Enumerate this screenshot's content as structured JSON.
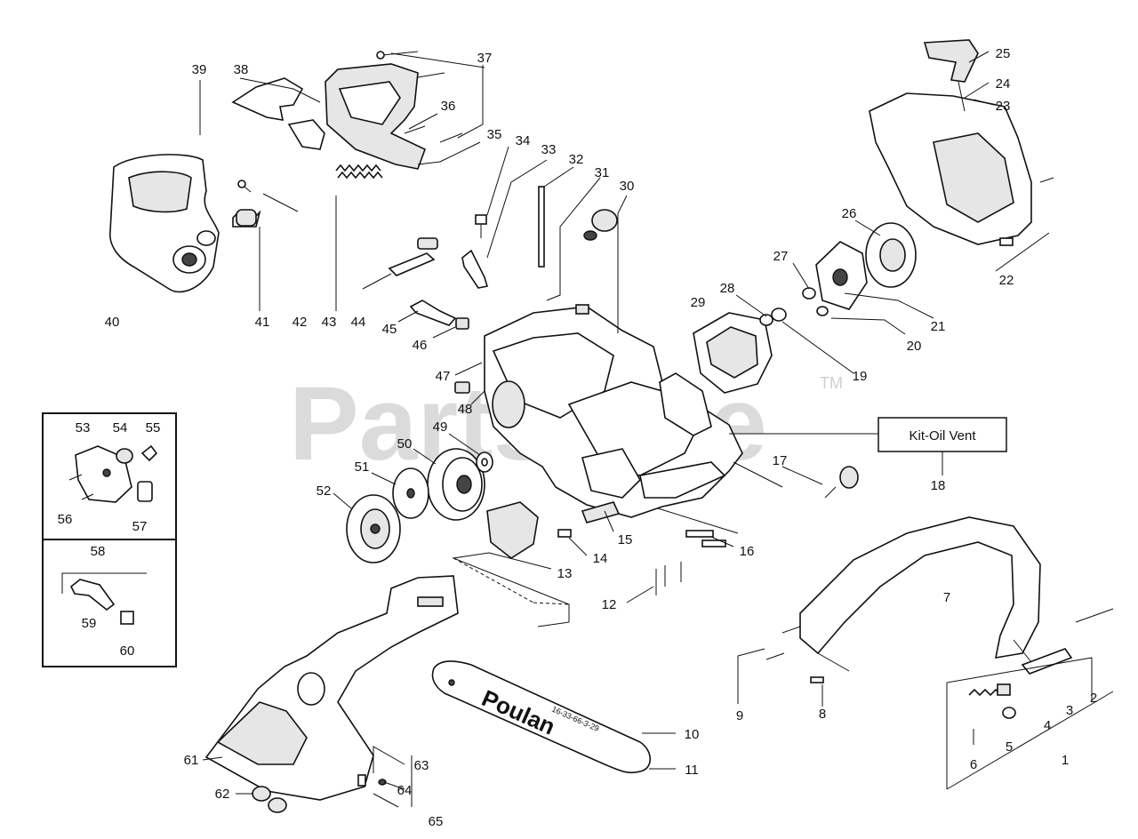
{
  "watermark": {
    "text": "PartsTree",
    "tm": "TM"
  },
  "kit_label": "Kit-Oil Vent",
  "bar_brand": "Poulan",
  "bar_mold": "16-33-66-3-29",
  "callouts": [
    {
      "n": "1"
    },
    {
      "n": "2"
    },
    {
      "n": "3"
    },
    {
      "n": "4"
    },
    {
      "n": "5"
    },
    {
      "n": "6"
    },
    {
      "n": "7"
    },
    {
      "n": "8"
    },
    {
      "n": "9"
    },
    {
      "n": "10"
    },
    {
      "n": "11"
    },
    {
      "n": "12"
    },
    {
      "n": "13"
    },
    {
      "n": "14"
    },
    {
      "n": "15"
    },
    {
      "n": "16"
    },
    {
      "n": "17"
    },
    {
      "n": "18"
    },
    {
      "n": "19"
    },
    {
      "n": "20"
    },
    {
      "n": "21"
    },
    {
      "n": "22"
    },
    {
      "n": "23"
    },
    {
      "n": "24"
    },
    {
      "n": "25"
    },
    {
      "n": "26"
    },
    {
      "n": "27"
    },
    {
      "n": "28"
    },
    {
      "n": "29"
    },
    {
      "n": "30"
    },
    {
      "n": "31"
    },
    {
      "n": "32"
    },
    {
      "n": "33"
    },
    {
      "n": "34"
    },
    {
      "n": "35"
    },
    {
      "n": "36"
    },
    {
      "n": "37"
    },
    {
      "n": "38"
    },
    {
      "n": "39"
    },
    {
      "n": "40"
    },
    {
      "n": "41"
    },
    {
      "n": "42"
    },
    {
      "n": "43"
    },
    {
      "n": "44"
    },
    {
      "n": "45"
    },
    {
      "n": "46"
    },
    {
      "n": "47"
    },
    {
      "n": "48"
    },
    {
      "n": "49"
    },
    {
      "n": "50"
    },
    {
      "n": "51"
    },
    {
      "n": "52"
    },
    {
      "n": "53"
    },
    {
      "n": "54"
    },
    {
      "n": "55"
    },
    {
      "n": "56"
    },
    {
      "n": "57"
    },
    {
      "n": "58"
    },
    {
      "n": "59"
    },
    {
      "n": "60"
    },
    {
      "n": "61"
    },
    {
      "n": "62"
    },
    {
      "n": "63"
    },
    {
      "n": "64"
    },
    {
      "n": "65"
    }
  ]
}
